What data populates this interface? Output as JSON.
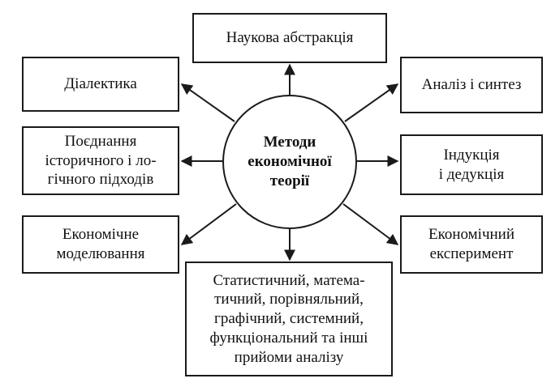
{
  "center": {
    "label": "Методи\nекономічної\nтеорії"
  },
  "methods": {
    "abstraction": "Наукова абстракція",
    "dialectics": "Діалектика",
    "analysis_synthesis": "Аналіз і синтез",
    "historical_logical": "Поєднання\nісторичного і ло-\nгічного підходів",
    "induction_deduction": "Індукція\nі дедукція",
    "modeling": "Економічне\nмоделювання",
    "experiment": "Економічний\nексперимент",
    "other_techniques": "Статистичний, матема-\nтичний, порівняльний,\nграфічний, системний,\nфункціональний та інші\nприйоми аналізу"
  }
}
